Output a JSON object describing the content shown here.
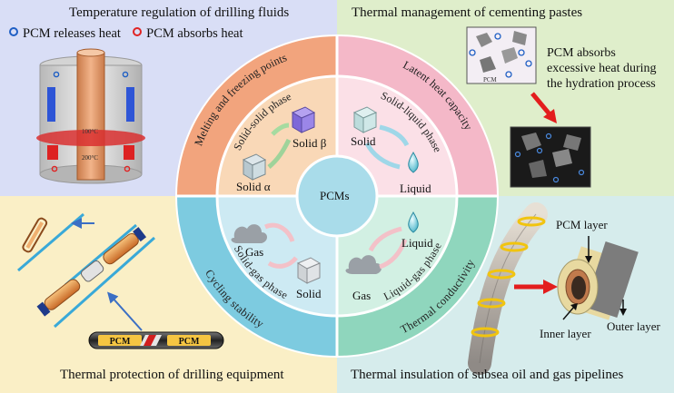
{
  "quadrants": {
    "top_left": {
      "title": "Temperature regulation of drilling fluids",
      "bg": "#d9def6"
    },
    "top_right": {
      "title": "Thermal management of cementing pastes",
      "bg": "#dfeecb"
    },
    "bottom_left": {
      "title": "Thermal protection of drilling equipment",
      "bg": "#faefc6"
    },
    "bottom_right": {
      "title": "Thermal insulation of subsea oil and gas pipelines",
      "bg": "#d6ecec"
    }
  },
  "legend": {
    "releases": "PCM releases heat",
    "absorbs": "PCM absorbs heat",
    "releases_color": "#1f5fc4",
    "absorbs_color": "#e02323"
  },
  "cylinder_labels": {
    "upper": "100°C",
    "lower": "200°C"
  },
  "cement_note": "PCM absorbs excessive heat during the hydration process",
  "beaker_label": "PCM",
  "pipe_labels": {
    "pcm_layer": "PCM layer",
    "outer_layer": "Outer layer",
    "inner_layer": "Inner layer"
  },
  "drill_tag": "PCM",
  "center": {
    "label": "PCMs",
    "outer_ring": [
      "Melting and freezing points",
      "Latent heat capacity",
      "Cycling stability",
      "Thermal conductivity"
    ],
    "inner_ring": [
      "Solid-solid phase",
      "Solid-liquid phase",
      "Solid-gas phase",
      "Liquid-gas phase"
    ],
    "states": {
      "solid_alpha": "Solid α",
      "solid_beta": "Solid β",
      "solid_tr": "Solid",
      "liquid_tr": "Liquid",
      "gas_bl": "Gas",
      "solid_bl": "Solid",
      "liquid_br": "Liquid",
      "gas_br": "Gas"
    }
  },
  "colors": {
    "outer_tl": "#f2a47d",
    "outer_tr": "#f4b8c8",
    "outer_bl": "#7dcbe0",
    "outer_br": "#8fd6bd",
    "inner_tl": "#f9d8b7",
    "inner_tr": "#fbe0e7",
    "inner_bl": "#cdeaf3",
    "inner_br": "#d2f0e3",
    "core": "#a9dcea"
  }
}
